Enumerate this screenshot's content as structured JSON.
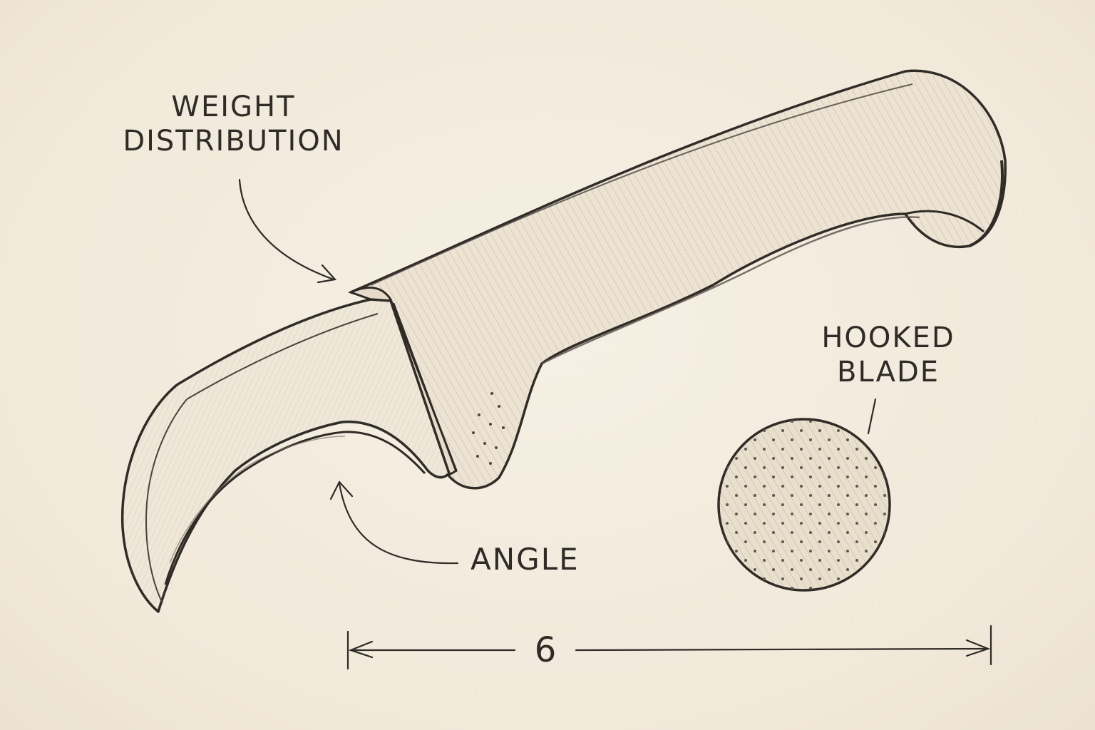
{
  "labels": {
    "weight_line1": "WEIGHT",
    "weight_line2": "DISTRIBUTION",
    "hooked_line1": "HOOKED",
    "hooked_line2": "BLADE",
    "angle": "ANGLE",
    "dimension": "6"
  },
  "colors": {
    "paper": "#f2ebdd",
    "graphite": "#3a3530"
  }
}
